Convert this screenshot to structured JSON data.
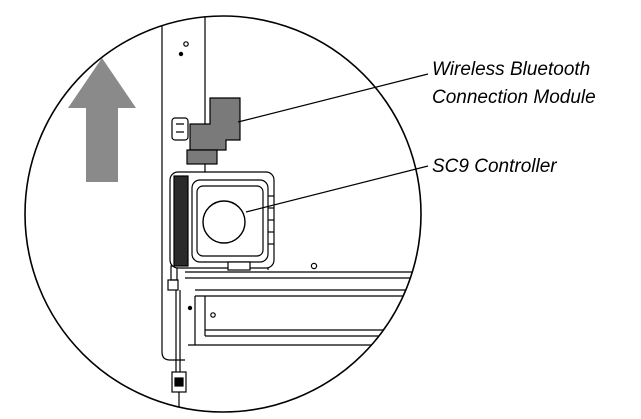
{
  "callouts": {
    "bluetooth_module": {
      "line1": "Wireless Bluetooth",
      "line2": "Connection Module"
    },
    "controller": {
      "label": "SC9 Controller"
    }
  },
  "colors": {
    "arrow": "#8a8a8a",
    "module": "#7a7a7a",
    "line": "#000000",
    "background": "#ffffff"
  },
  "icons": {
    "direction_arrow": "arrow-up-icon"
  }
}
